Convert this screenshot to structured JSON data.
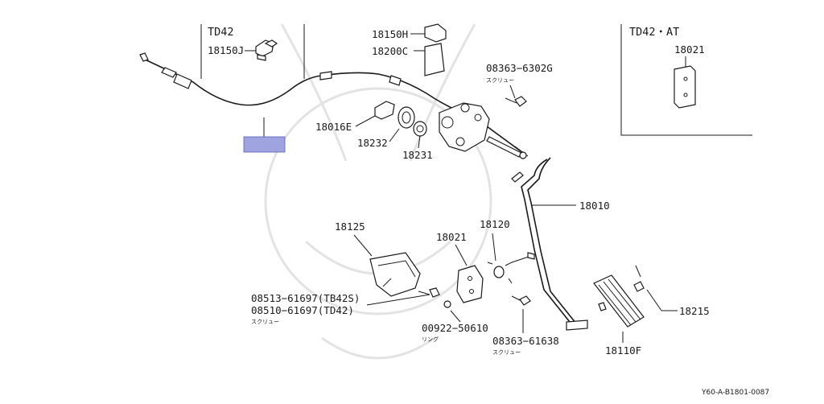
{
  "insets": {
    "td42": {
      "title": "TD42",
      "part": "18150J"
    },
    "td42_at": {
      "title": "TD42・AT",
      "part": "18021"
    }
  },
  "labels": {
    "p18150H": "18150H",
    "p18200C": "18200C",
    "p08363_6302G": "08363−6302G",
    "p08363_6302G_sub": "スクリュー",
    "p18016E": "18016E",
    "p18232": "18232",
    "p18231": "18231",
    "p18010": "18010",
    "p18125": "18125",
    "p18021": "18021",
    "p18120": "18120",
    "p08513": "08513−61697(TB42S)",
    "p08510": "08510−61697(TD42)",
    "p0851x_sub": "スクリュー",
    "p00922": "00922−50610",
    "p00922_sub": "リング",
    "p08363_61638": "08363−61638",
    "p08363_61638_sub": "スクリュー",
    "p18215": "18215",
    "p18110F": "18110F"
  },
  "reference_code": "Y60-A-B1801-0087",
  "colors": {
    "highlight_box": "#9fa3e0",
    "highlight_border": "#5a5fb0",
    "line": "#1a1a1a",
    "watermark": "#e3e3e3"
  }
}
